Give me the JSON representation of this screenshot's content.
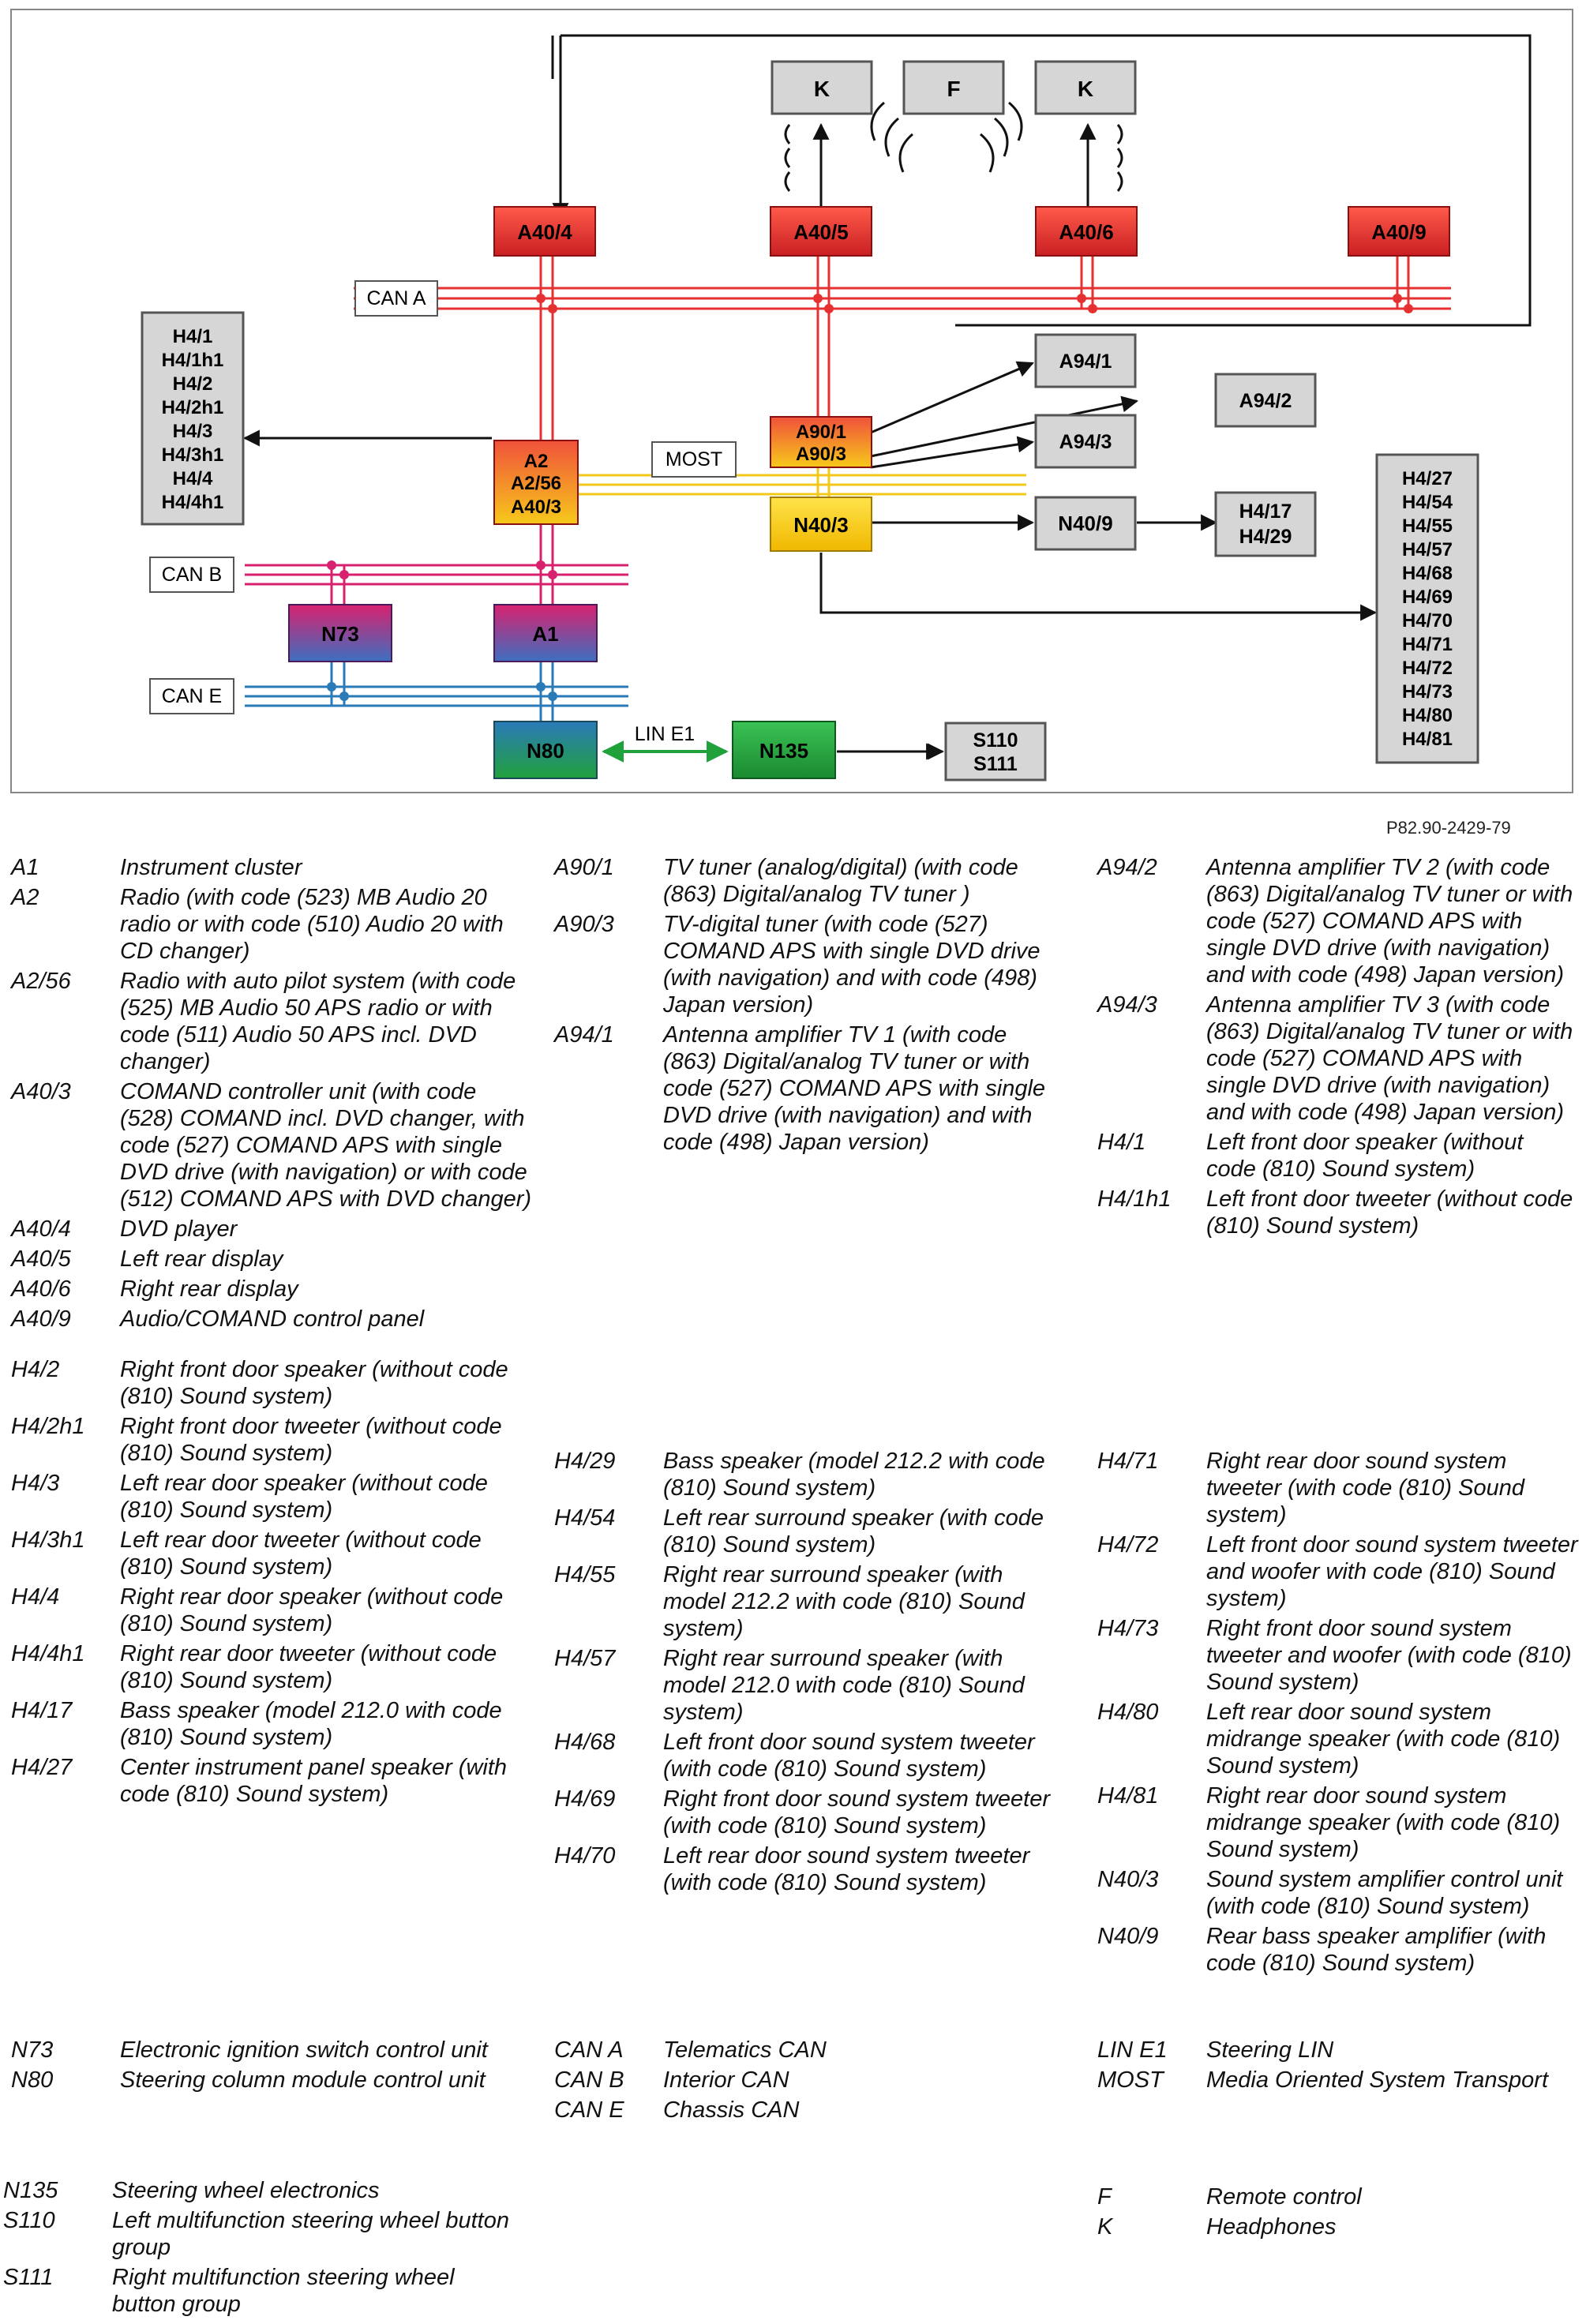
{
  "diagram": {
    "ref": "P82.90-2429-79",
    "boxes": {
      "K1": "K",
      "F": "F",
      "K2": "K",
      "A40_4": "A40/4",
      "A40_5": "A40/5",
      "A40_6": "A40/6",
      "A40_9": "A40/9",
      "A94_1": "A94/1",
      "A94_2": "A94/2",
      "A94_3": "A94/3",
      "H4_left": [
        "H4/1",
        "H4/1h1",
        "H4/2",
        "H4/2h1",
        "H4/3",
        "H4/3h1",
        "H4/4",
        "H4/4h1"
      ],
      "A2": [
        "A2",
        "A2/56",
        "A40/3"
      ],
      "A90": [
        "A90/1",
        "A90/3"
      ],
      "N40_3": "N40/3",
      "N40_9": "N40/9",
      "H4_17": [
        "H4/17",
        "H4/29"
      ],
      "H4_right": [
        "H4/27",
        "H4/54",
        "H4/55",
        "H4/57",
        "H4/68",
        "H4/69",
        "H4/70",
        "H4/71",
        "H4/72",
        "H4/73",
        "H4/80",
        "H4/81"
      ],
      "N73": "N73",
      "A1": "A1",
      "N80": "N80",
      "N135": "N135",
      "S110": [
        "S110",
        "S111"
      ]
    },
    "bus_labels": {
      "can_a": "CAN A",
      "can_b": "CAN B",
      "can_e": "CAN E",
      "most": "MOST",
      "lin": "LIN E1"
    },
    "colors": {
      "red": "#e53131",
      "yellow": "#f7d40b",
      "pink": "#d8216e",
      "blue": "#2a7ab8",
      "green": "#21a13c",
      "grey": "#d6d6d6"
    }
  },
  "legend": {
    "col1": [
      {
        "code": "A1",
        "desc": "Instrument cluster"
      },
      {
        "code": "A2",
        "desc": "Radio (with code (523) MB Audio 20 radio or with code (510) Audio 20 with CD changer)"
      },
      {
        "code": "A2/56",
        "desc": "Radio with auto pilot system (with code (525) MB Audio 50 APS radio or with code (511) Audio 50 APS incl. DVD changer)"
      },
      {
        "code": "A40/3",
        "desc": "COMAND controller unit (with code (528) COMAND incl. DVD changer, with code (527) COMAND APS with single DVD drive (with navigation) or with code (512) COMAND APS with DVD changer)"
      },
      {
        "code": "A40/4",
        "desc": "DVD player"
      },
      {
        "code": "A40/5",
        "desc": "Left rear display"
      },
      {
        "code": "A40/6",
        "desc": "Right rear display"
      },
      {
        "code": "A40/9",
        "desc": "Audio/COMAND control panel"
      },
      {
        "code": "",
        "desc": ""
      },
      {
        "code": "H4/2",
        "desc": "Right front door speaker (without code (810) Sound system)"
      },
      {
        "code": "H4/2h1",
        "desc": "Right front door tweeter (without code (810) Sound system)"
      },
      {
        "code": "H4/3",
        "desc": "Left rear door speaker (without code (810) Sound system)"
      },
      {
        "code": "H4/3h1",
        "desc": "Left rear door tweeter (without code (810) Sound system)"
      },
      {
        "code": "H4/4",
        "desc": "Right rear door speaker (without code (810) Sound system)"
      },
      {
        "code": "H4/4h1",
        "desc": "Right rear door tweeter (without code (810) Sound system)"
      },
      {
        "code": "H4/17",
        "desc": "Bass speaker (model 212.0 with code (810) Sound system)"
      },
      {
        "code": "H4/27",
        "desc": "Center instrument panel speaker (with code (810) Sound system)"
      }
    ],
    "col1b": [
      {
        "code": "N73",
        "desc": "Electronic ignition switch control unit"
      },
      {
        "code": "N80",
        "desc": "Steering column module control unit"
      }
    ],
    "col1c": [
      {
        "code": "N135",
        "desc": "Steering wheel electronics"
      },
      {
        "code": "S110",
        "desc": "Left multifunction steering wheel button group"
      },
      {
        "code": "S111",
        "desc": "Right multifunction steering wheel button group"
      }
    ],
    "col2": [
      {
        "code": "A90/1",
        "desc": "TV tuner (analog/digital) (with code (863) Digital/analog TV tuner )"
      },
      {
        "code": "A90/3",
        "desc": "TV-digital tuner (with code (527) COMAND APS with single DVD drive (with navigation) and with code (498) Japan version)"
      },
      {
        "code": "A94/1",
        "desc": "Antenna amplifier TV 1 (with code (863) Digital/analog TV tuner  or with code (527) COMAND APS with single DVD drive (with navigation) and with code (498) Japan version)"
      }
    ],
    "col2b": [
      {
        "code": "H4/29",
        "desc": "Bass speaker (model 212.2 with code (810) Sound system)"
      },
      {
        "code": "H4/54",
        "desc": "Left rear surround speaker (with code (810) Sound system)"
      },
      {
        "code": "H4/55",
        "desc": "Right rear surround speaker (with model 212.2 with code (810) Sound system)"
      },
      {
        "code": "H4/57",
        "desc": "Right rear surround speaker (with model 212.0 with code (810) Sound system)"
      },
      {
        "code": "H4/68",
        "desc": "Left front door sound system tweeter (with code (810) Sound system)"
      },
      {
        "code": "H4/69",
        "desc": "Right front door sound system tweeter (with code (810) Sound system)"
      },
      {
        "code": "H4/70",
        "desc": "Left rear door sound system tweeter (with code (810) Sound system)"
      }
    ],
    "col2c": [
      {
        "code": "CAN A",
        "desc": "Telematics CAN"
      },
      {
        "code": "CAN B",
        "desc": "Interior CAN"
      },
      {
        "code": "CAN E",
        "desc": "Chassis CAN"
      }
    ],
    "col3": [
      {
        "code": "A94/2",
        "desc": "Antenna amplifier TV 2 (with code (863) Digital/analog TV tuner  or with code (527) COMAND APS with single DVD drive (with navigation) and with code (498) Japan version)"
      },
      {
        "code": "A94/3",
        "desc": "Antenna amplifier TV 3 (with code (863) Digital/analog TV tuner  or with code (527) COMAND APS with single DVD drive (with navigation) and with code (498) Japan version)"
      },
      {
        "code": "H4/1",
        "desc": "Left front door speaker (without code (810) Sound system)"
      },
      {
        "code": "H4/1h1",
        "desc": "Left front door tweeter (without code (810) Sound system)"
      }
    ],
    "col3b": [
      {
        "code": "H4/71",
        "desc": "Right rear door sound system tweeter (with code (810) Sound system)"
      },
      {
        "code": "H4/72",
        "desc": "Left front door sound system tweeter and woofer with code (810) Sound system)"
      },
      {
        "code": "H4/73",
        "desc": "Right front door sound system tweeter and woofer (with code (810) Sound system)"
      },
      {
        "code": "H4/80",
        "desc": "Left rear door sound system midrange speaker (with code (810) Sound system)"
      },
      {
        "code": "H4/81",
        "desc": "Right rear door sound system midrange speaker (with code (810) Sound system)"
      },
      {
        "code": "N40/3",
        "desc": "Sound system amplifier control unit (with code (810) Sound system)"
      },
      {
        "code": "N40/9",
        "desc": "Rear bass speaker amplifier (with code (810) Sound system)"
      }
    ],
    "col3c": [
      {
        "code": "LIN E1",
        "desc": "Steering LIN"
      },
      {
        "code": "MOST",
        "desc": "Media Oriented System Transport"
      }
    ],
    "col3d": [
      {
        "code": "F",
        "desc": "Remote control"
      },
      {
        "code": "K",
        "desc": "Headphones"
      }
    ]
  }
}
